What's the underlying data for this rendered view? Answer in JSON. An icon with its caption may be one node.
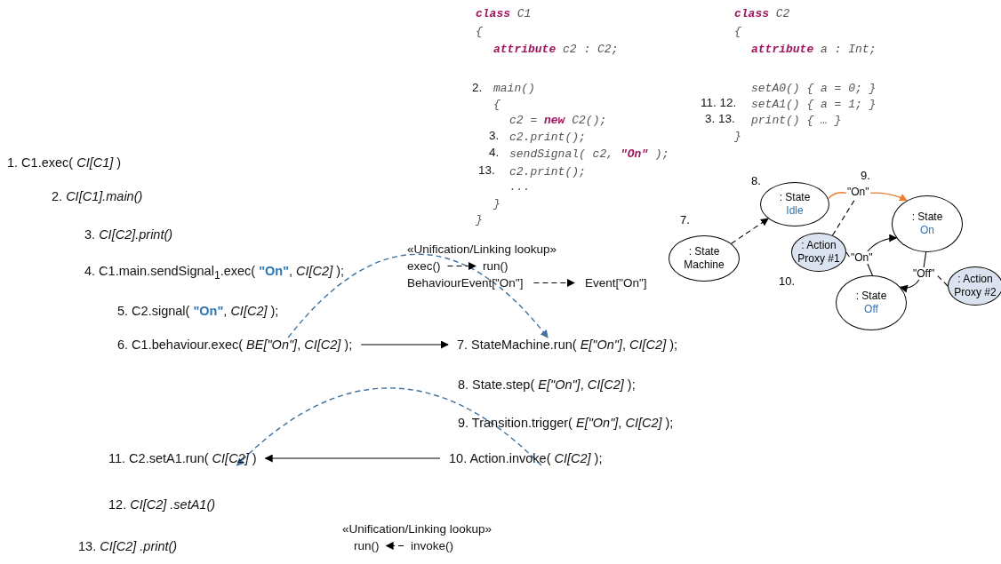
{
  "diagram": {
    "nodes": [
      {
        "text": [
          "6. C1.behaviour.exec( *BE[\"On\"]*, *CI[C2]* );"
        ]
      },
      {
        "text": [
          "7. StateMachine.run( *E[\"On\"]*, *CI[C2]* );"
        ]
      },
      {
        "text": [
          "10. Action.invoke( *CI[C2]* );"
        ]
      },
      {
        "text": [
          "11. C2.setA1.run( *CI[C2]* )"
        ]
      },
      {
        "text": [
          "exec()"
        ]
      },
      {
        "text": [
          "run()"
        ]
      },
      {
        "text": [
          "BehaviourEvent[\"On\"]"
        ]
      },
      {
        "text": [
          "Event[\"On\"]"
        ]
      },
      {
        "text": [
          "run()"
        ]
      },
      {
        "text": [
          "invoke()"
        ]
      },
      {
        "text": [
          ": State Machine"
        ],
        "beside": [
          "7."
        ]
      },
      {
        "text": [
          ": State",
          "Idle"
        ],
        "beside": [
          "8."
        ]
      },
      {
        "text": [
          "\"On\""
        ],
        "beside": [
          "9."
        ]
      },
      {
        "text": [
          ": State",
          "On"
        ]
      },
      {
        "text": [
          ": Action Proxy #1"
        ],
        "beside": [
          "10."
        ]
      },
      {
        "text": [
          "\"On\""
        ]
      },
      {
        "text": [
          ": State",
          "Off"
        ]
      },
      {
        "text": [
          "\"Off\""
        ]
      },
      {
        "text": [
          ": Action Proxy #2"
        ]
      }
    ],
    "edges": [
      {
        "from": 0,
        "to": 1,
        "arrow": "to"
      },
      {
        "from": 0,
        "to": 1,
        "arrow": "to",
        "style": "dashed",
        "color": "#41719c"
      },
      {
        "from": 2,
        "to": 3,
        "arrow": "to"
      },
      {
        "from": 2,
        "to": 3,
        "arrow": "to",
        "style": "dashed",
        "color": "#41719c"
      },
      {
        "from": 4,
        "to": 5,
        "arrow": "to",
        "style": "dashed"
      },
      {
        "from": 6,
        "to": 7,
        "arrow": "to",
        "style": "dashed"
      },
      {
        "from": 9,
        "to": 8,
        "arrow": "to",
        "style": "dashed"
      },
      {
        "from": 10,
        "to": 11,
        "arrow": "to",
        "style": "dashed"
      },
      {
        "from": 11,
        "to": 12,
        "arrow": "none",
        "color": "#ed7d31"
      },
      {
        "from": 12,
        "to": 13,
        "arrow": "to",
        "color": "#ed7d31"
      },
      {
        "from": 16,
        "to": 15,
        "arrow": "none"
      },
      {
        "from": 15,
        "to": 13,
        "arrow": "to"
      },
      {
        "from": 13,
        "to": 17,
        "arrow": "none"
      },
      {
        "from": 17,
        "to": 16,
        "arrow": "to"
      },
      {
        "from": 14,
        "to": 12,
        "arrow": "none",
        "style": "dashed"
      },
      {
        "from": 14,
        "to": 15,
        "arrow": "none",
        "style": "dashed"
      },
      {
        "from": 18,
        "to": 17,
        "arrow": "none",
        "style": "dashed"
      }
    ],
    "labels": [
      "**class** C1",
      "{",
      "**attribute** c2 : C2;",
      "2.",
      "main()",
      "{",
      "c2 = **new** C2();",
      "3.",
      "c2.print();",
      "4.",
      "sendSignal( c2, **\"On\"** );",
      "13.",
      "c2.print();",
      "...",
      "}",
      "}",
      "**class** C2",
      "{",
      "**attribute** a : Int;",
      "setA0() { a = 0; }",
      "11. 12.",
      "setA1() { a = 1; }",
      "3. 13.",
      "print() { … }",
      "}",
      "1. C1.exec( *CI[C1]* )",
      "2. *CI[C1].main()*",
      "3. *CI[C2].print()*",
      "«Unification/Linking lookup»",
      "4. C1.main.sendSignal$_{1}$.exec( **\"On\"**, *CI[C2]* );",
      "5. C2.signal( **\"On\"**, *CI[C2]* );",
      "8. State.step( *E[\"On\"]*, *CI[C2]* );",
      "9. Transition.trigger( *E[\"On\"]*, *CI[C2]* );",
      "12. *CI[C2] .setA1()*",
      "«Unification/Linking lookup»",
      "13. *CI[C2] .print()*"
    ]
  }
}
